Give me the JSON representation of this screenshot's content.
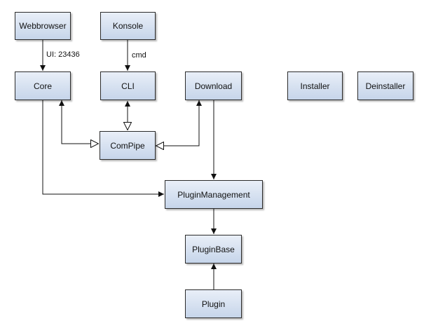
{
  "nodes": {
    "webbrowser": "Webbrowser",
    "konsole": "Konsole",
    "core": "Core",
    "cli": "CLI",
    "download": "Download",
    "installer": "Installer",
    "deinstaller": "Deinstaller",
    "compipe": "ComPipe",
    "plugin_management": "PluginManagement",
    "plugin_base": "PluginBase",
    "plugin": "Plugin"
  },
  "edge_labels": {
    "webbrowser_core": "UI: 23436",
    "konsole_cli": "cmd"
  },
  "colors": {
    "node_fill_top": "#e9eff8",
    "node_fill_bottom": "#c6d5ea",
    "line": "#111111"
  }
}
